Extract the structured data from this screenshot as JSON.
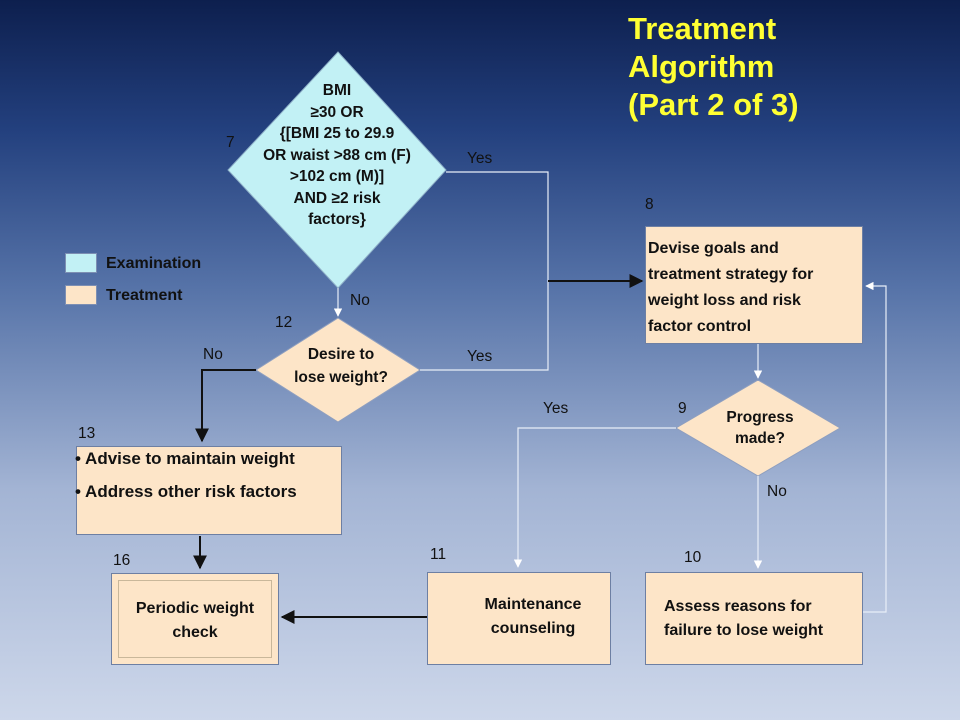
{
  "title": "Treatment\nAlgorithm\n(Part 2 of 3)",
  "colors": {
    "examination": "#c2f1f5",
    "treatment": "#fde5c8",
    "title": "#ffff33"
  },
  "legend": {
    "examination": "Examination",
    "treatment": "Treatment"
  },
  "nodes": {
    "n7": {
      "number": "7",
      "text": "BMI\n≥30 OR\n{[BMI 25 to 29.9\nOR waist >88 cm (F)\n>102 cm (M)]\nAND ≥2 risk\nfactors}"
    },
    "n8": {
      "number": "8",
      "text": "Devise goals and\ntreatment strategy for\nweight loss and risk\nfactor control"
    },
    "n9": {
      "number": "9",
      "text": "Progress\nmade?"
    },
    "n10": {
      "number": "10",
      "text": "Assess reasons for\nfailure to lose weight"
    },
    "n11": {
      "number": "11",
      "text": "Maintenance\ncounseling"
    },
    "n12": {
      "number": "12",
      "text": "Desire to\nlose weight?"
    },
    "n13": {
      "number": "13",
      "items": [
        "• Advise to maintain weight",
        "• Address other risk factors"
      ]
    },
    "n16": {
      "number": "16",
      "text": "Periodic weight\ncheck"
    }
  },
  "edge_labels": {
    "n7_yes": "Yes",
    "n7_no": "No",
    "n12_yes": "Yes",
    "n12_no": "No",
    "n9_yes": "Yes",
    "n9_no": "No"
  }
}
